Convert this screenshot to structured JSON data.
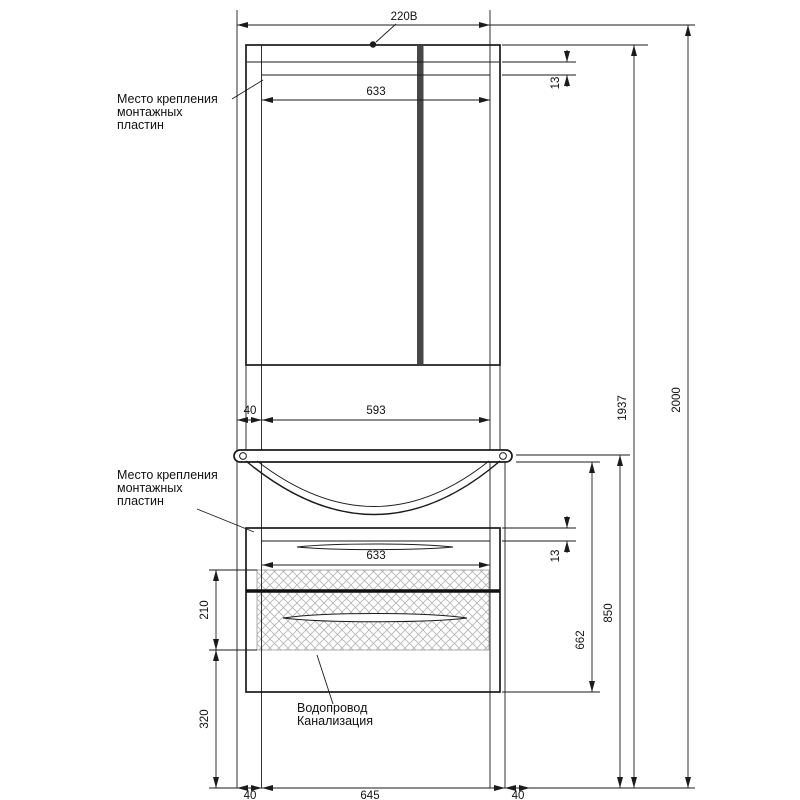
{
  "drawing": {
    "outlet_label": "220В",
    "mounting_label_top": [
      "Место крепления",
      "монтажных",
      "пластин"
    ],
    "mounting_label_bottom": [
      "Место крепления",
      "монтажных",
      "пластин"
    ],
    "plumbing_label": [
      "Водопровод",
      "Канализация"
    ],
    "dims": {
      "top_width": "633",
      "top_plate_offset": "13",
      "mid_left_offset": "40",
      "mid_span": "593",
      "bottom_width": "633",
      "bottom_plate_offset": "13",
      "opening_height": "210",
      "opening_floor_gap": "320",
      "unit_height": "662",
      "basin_height": "850",
      "outlet_height": "1937",
      "total_height": "2000",
      "floor_left_offset": "40",
      "floor_span": "645",
      "floor_right_offset": "40"
    }
  }
}
